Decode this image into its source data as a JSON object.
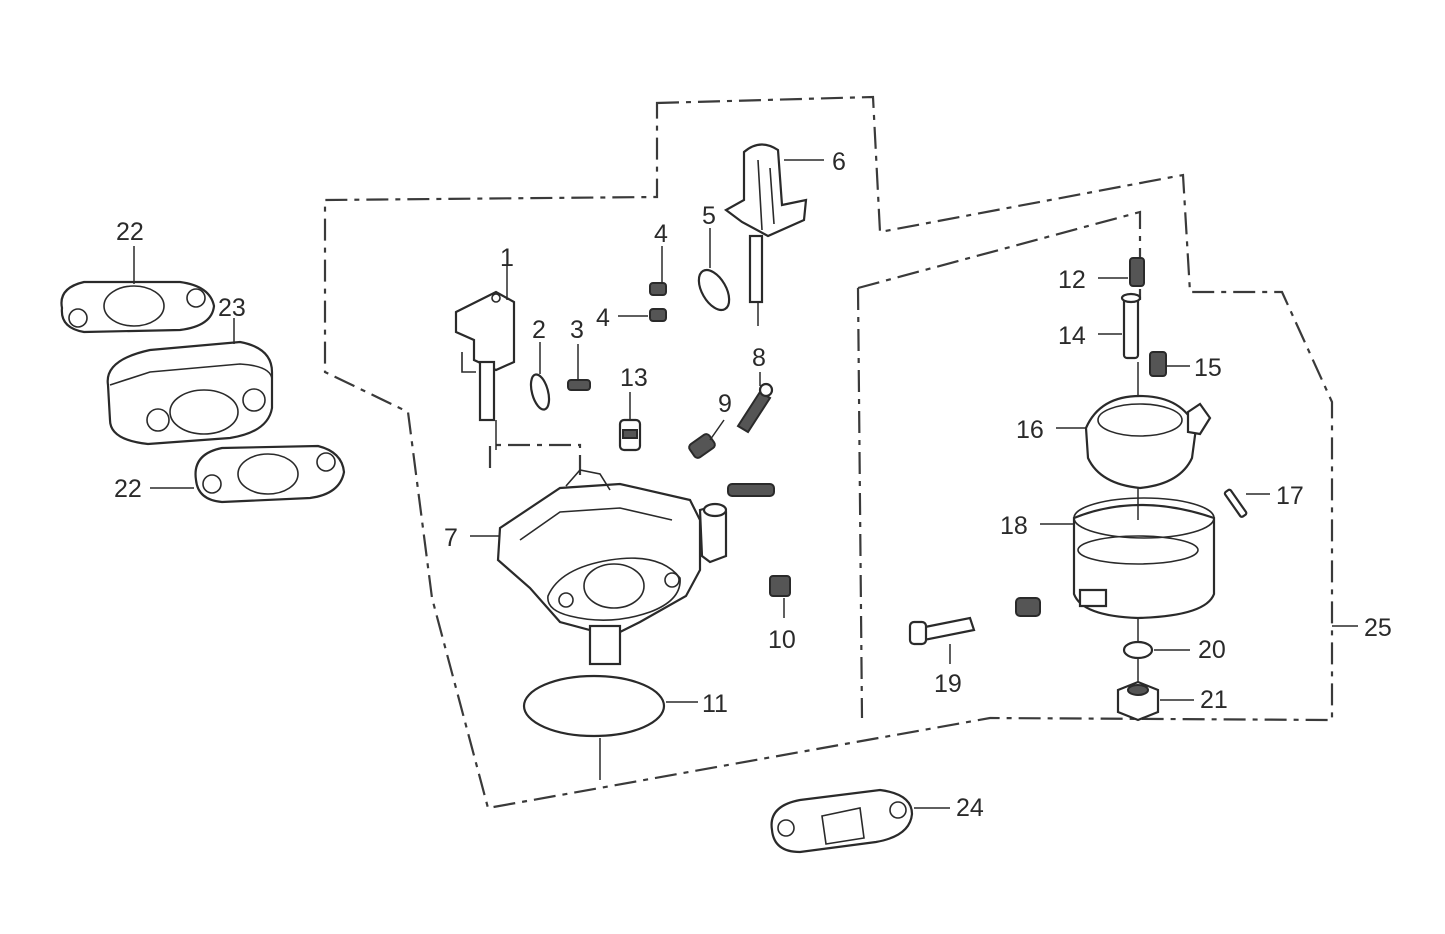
{
  "diagram": {
    "callouts": [
      {
        "id": "c1",
        "label": "1"
      },
      {
        "id": "c2",
        "label": "2"
      },
      {
        "id": "c3",
        "label": "3"
      },
      {
        "id": "c4a",
        "label": "4"
      },
      {
        "id": "c4b",
        "label": "4"
      },
      {
        "id": "c5",
        "label": "5"
      },
      {
        "id": "c6",
        "label": "6"
      },
      {
        "id": "c7",
        "label": "7"
      },
      {
        "id": "c8",
        "label": "8"
      },
      {
        "id": "c9",
        "label": "9"
      },
      {
        "id": "c10",
        "label": "10"
      },
      {
        "id": "c11",
        "label": "11"
      },
      {
        "id": "c12",
        "label": "12"
      },
      {
        "id": "c13",
        "label": "13"
      },
      {
        "id": "c14",
        "label": "14"
      },
      {
        "id": "c15",
        "label": "15"
      },
      {
        "id": "c16",
        "label": "16"
      },
      {
        "id": "c17",
        "label": "17"
      },
      {
        "id": "c18",
        "label": "18"
      },
      {
        "id": "c19",
        "label": "19"
      },
      {
        "id": "c20",
        "label": "20"
      },
      {
        "id": "c21",
        "label": "21"
      },
      {
        "id": "c22a",
        "label": "22"
      },
      {
        "id": "c22b",
        "label": "22"
      },
      {
        "id": "c23",
        "label": "23"
      },
      {
        "id": "c24",
        "label": "24"
      },
      {
        "id": "c25",
        "label": "25"
      }
    ]
  }
}
